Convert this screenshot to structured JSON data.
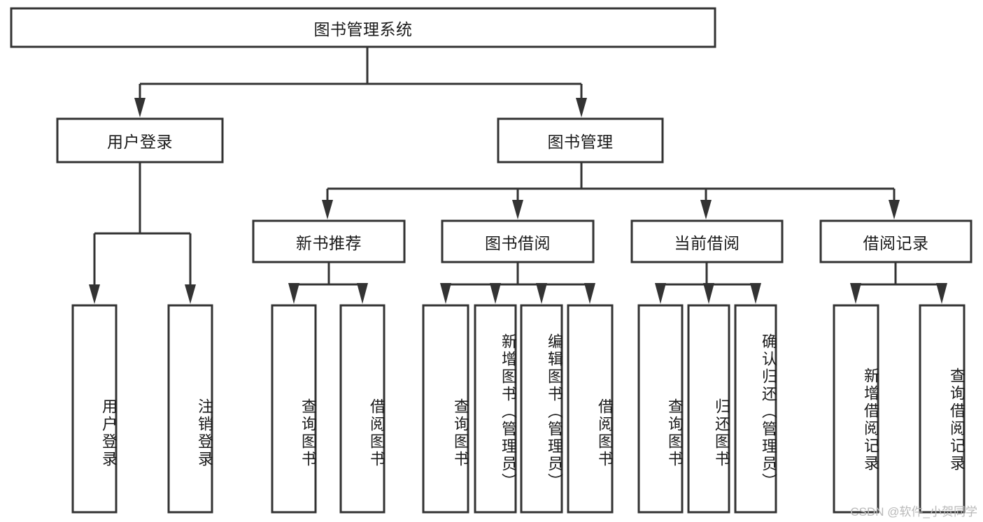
{
  "diagram": {
    "title": "图书管理系统",
    "type": "tree-hierarchy",
    "root": {
      "id": "root",
      "label": "图书管理系统"
    },
    "level2": [
      {
        "id": "user-login",
        "label": "用户登录"
      },
      {
        "id": "book-manage",
        "label": "图书管理"
      }
    ],
    "level3": [
      {
        "id": "new-book-recommend",
        "label": "新书推荐",
        "parent": "book-manage"
      },
      {
        "id": "book-borrow",
        "label": "图书借阅",
        "parent": "book-manage"
      },
      {
        "id": "current-borrow",
        "label": "当前借阅",
        "parent": "book-manage"
      },
      {
        "id": "borrow-record",
        "label": "借阅记录",
        "parent": "book-manage"
      }
    ],
    "leaves": {
      "user-login": [
        {
          "id": "leaf-user-login",
          "label": "用户登录"
        },
        {
          "id": "leaf-user-logout",
          "label": "注销登录"
        }
      ],
      "new-book-recommend": [
        {
          "id": "leaf-query-book-1",
          "label": "查询图书"
        },
        {
          "id": "leaf-borrow-book-1",
          "label": "借阅图书"
        }
      ],
      "book-borrow": [
        {
          "id": "leaf-query-book-2",
          "label": "查询图书"
        },
        {
          "id": "leaf-add-book",
          "label": "新增图书（管理员）"
        },
        {
          "id": "leaf-edit-book",
          "label": "编辑图书（管理员）"
        },
        {
          "id": "leaf-borrow-book-2",
          "label": "借阅图书"
        }
      ],
      "current-borrow": [
        {
          "id": "leaf-query-book-3",
          "label": "查询图书"
        },
        {
          "id": "leaf-return-book",
          "label": "归还图书"
        },
        {
          "id": "leaf-confirm-return",
          "label": "确认归还（管理员）"
        }
      ],
      "borrow-record": [
        {
          "id": "leaf-add-record",
          "label": "新增借阅记录"
        },
        {
          "id": "leaf-query-record",
          "label": "查询借阅记录"
        }
      ]
    }
  },
  "watermark": {
    "text": "CSDN @软件_小贺同学"
  },
  "colors": {
    "stroke": "#333333",
    "box_fill": "#ffffff",
    "text": "#1a1a1a",
    "watermark": "#b9b9b9"
  }
}
